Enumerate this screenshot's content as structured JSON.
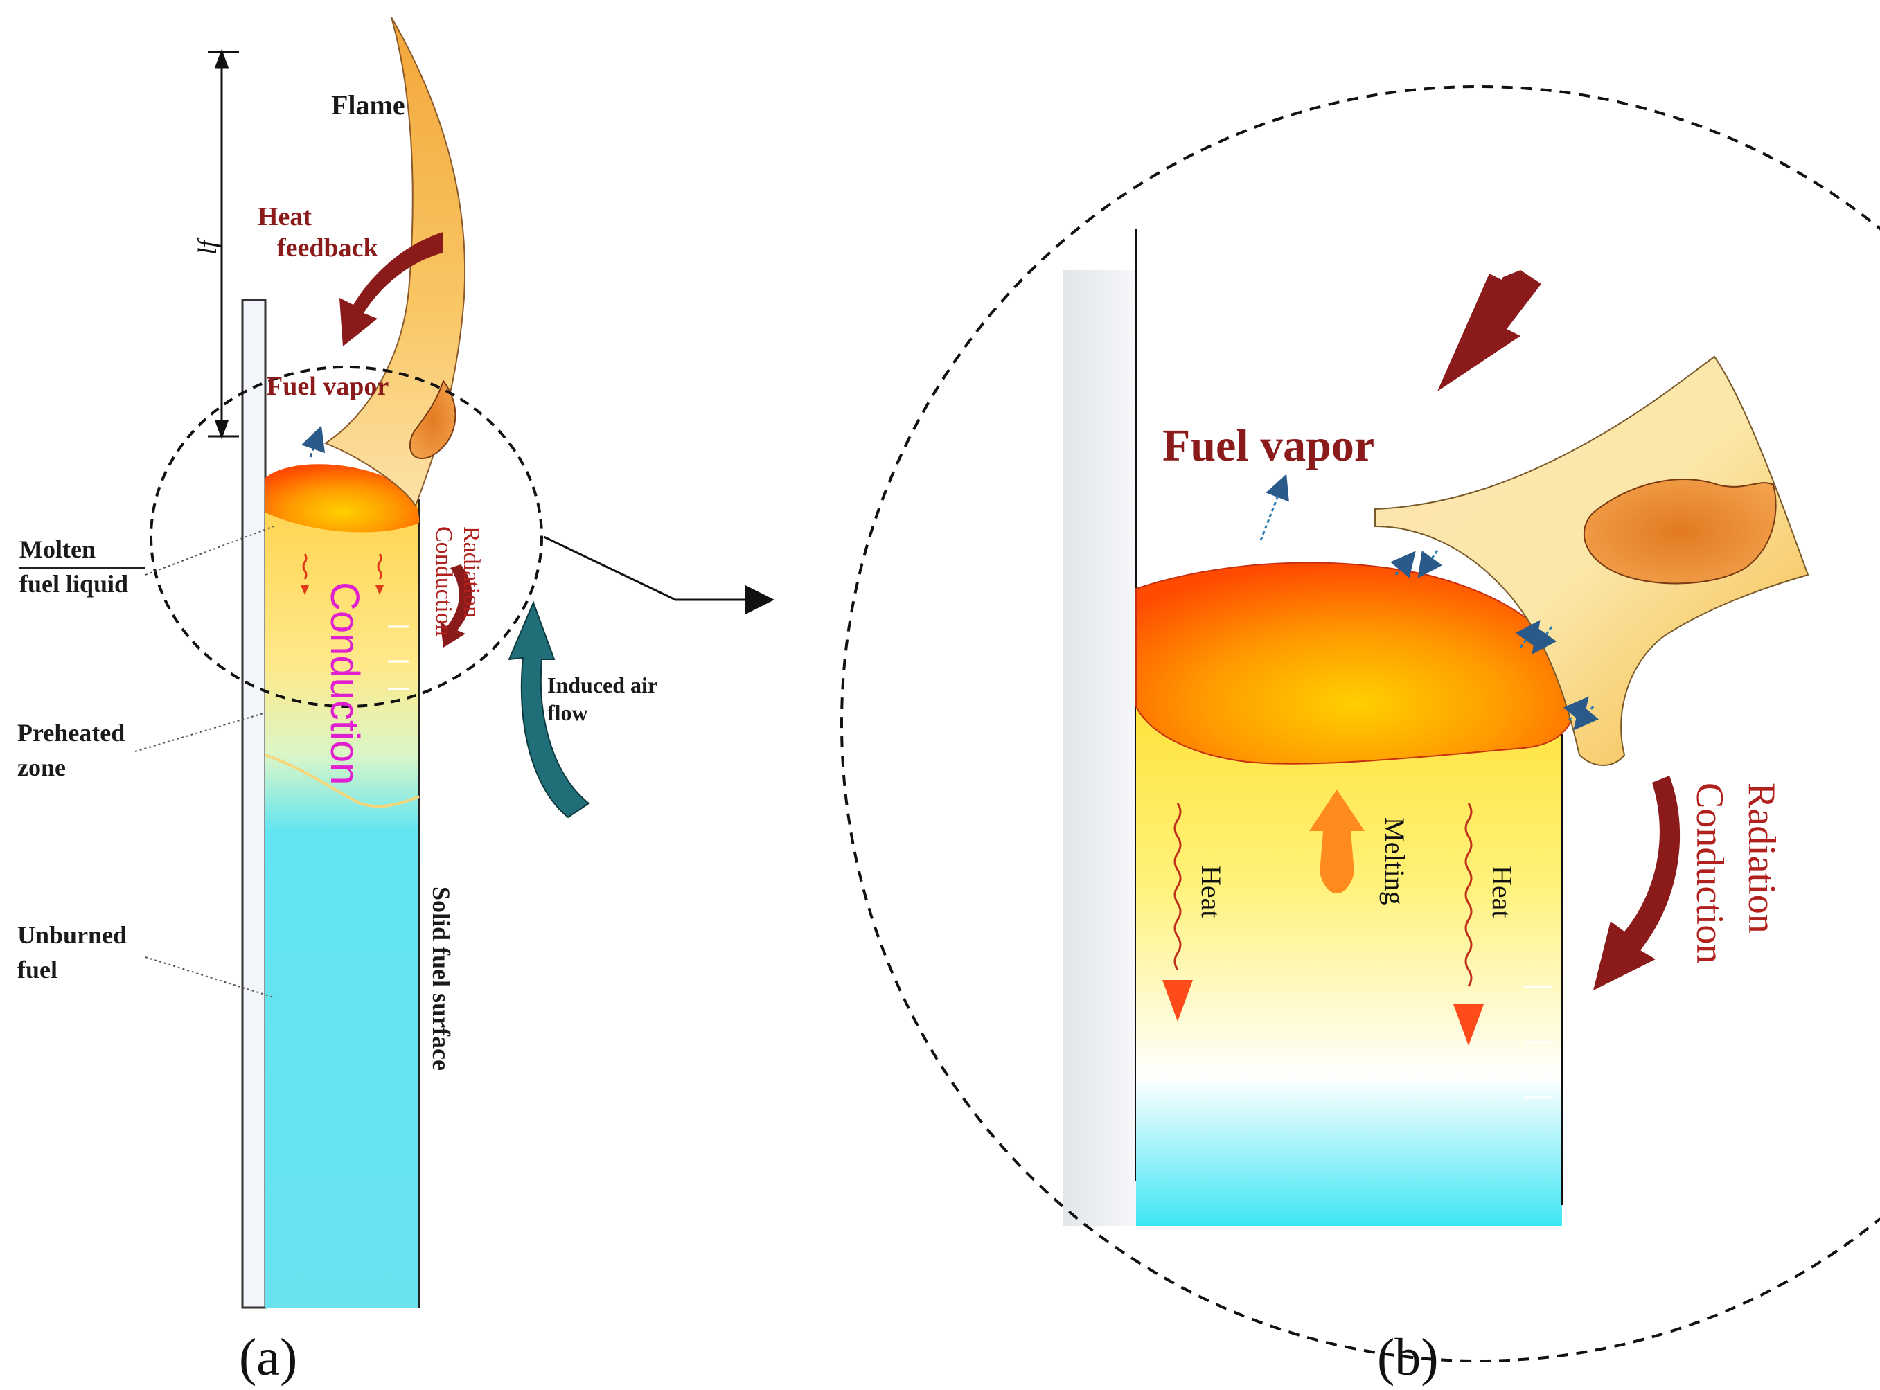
{
  "panel_a": {
    "label_flame": "Flame",
    "label_height": "lf",
    "label_heat_feedback_1": "Heat",
    "label_heat_feedback_2": "feedback",
    "label_fuel_vapor": "Fuel vapor",
    "label_molten_1": "Molten",
    "label_molten_2": "fuel liquid",
    "label_conduction": "Conduction",
    "label_radiation": "Radiation",
    "label_conduction_small": "Conduction",
    "label_preheated_1": "Preheated",
    "label_preheated_2": "zone",
    "label_unburned_1": "Unburned",
    "label_unburned_2": "fuel",
    "label_induced_1": "Induced air",
    "label_induced_2": "flow",
    "label_solid_surface": "Solid fuel surface",
    "caption": "(a)"
  },
  "panel_b": {
    "label_fuel_vapor": "Fuel vapor",
    "label_radiation": "Radiation",
    "label_conduction": "Conduction",
    "label_melting": "Melting",
    "label_heat_left": "Heat",
    "label_heat_right": "Heat",
    "caption": "(b)"
  },
  "colors": {
    "dark_red_arrow": "#8b1a1a",
    "teal_arrow": "#1f6e78",
    "molten": "#ff5a00",
    "fuel_cyan": "#5fe6f0",
    "flame": "#f7b84a",
    "conduction_text": "#e020d0"
  }
}
